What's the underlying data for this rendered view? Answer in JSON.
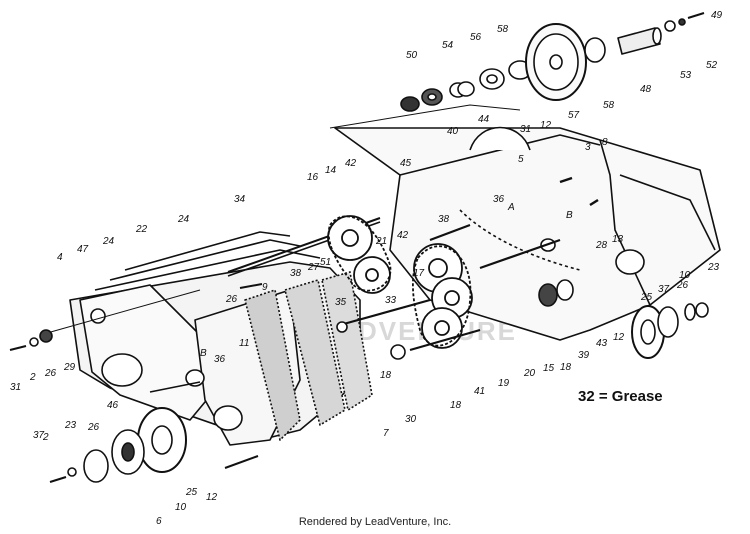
{
  "diagram": {
    "legend_note": "32 = Grease",
    "credit": "Rendered by LeadVenture, Inc.",
    "watermark": "LEADVENTURE",
    "callouts": [
      "50",
      "54",
      "56",
      "58",
      "57",
      "58",
      "48",
      "53",
      "52",
      "49",
      "44",
      "31",
      "12",
      "40",
      "3",
      "8",
      "45",
      "5",
      "36",
      "16",
      "14",
      "42",
      "A",
      "B",
      "34",
      "21",
      "42",
      "38",
      "24",
      "22",
      "24",
      "47",
      "4",
      "28",
      "13",
      "23",
      "26",
      "37",
      "10",
      "25",
      "12",
      "38",
      "27",
      "51",
      "35",
      "18",
      "17",
      "33",
      "9",
      "26",
      "B",
      "11",
      "36",
      "29",
      "26",
      "2",
      "31",
      "43",
      "39",
      "18",
      "15",
      "20",
      "19",
      "41",
      "30",
      "18",
      "7",
      "46",
      "23",
      "26",
      "2",
      "37",
      "25",
      "12",
      "10",
      "6"
    ]
  }
}
